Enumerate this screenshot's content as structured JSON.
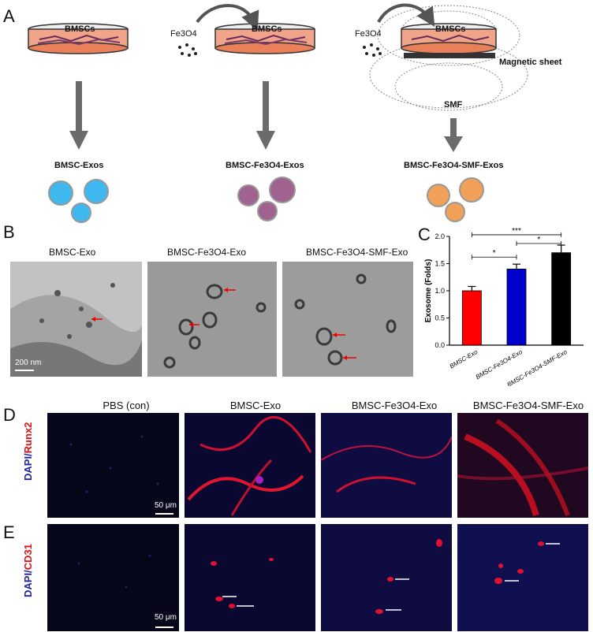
{
  "panels": {
    "A": "A",
    "B": "B",
    "C": "C",
    "D": "D",
    "E": "E"
  },
  "schematic": {
    "dish_label": "BMSCs",
    "reagent": "Fe3O4",
    "magnetic_sheet": "Magnetic sheet",
    "field": "SMF",
    "products": [
      "BMSC-Exos",
      "BMSC-Fe3O4-Exos",
      "BMSC-Fe3O4-SMF-Exos"
    ],
    "exo_colors": [
      "#3fb8f0",
      "#a0628e",
      "#f0a058"
    ]
  },
  "tem": {
    "titles": [
      "BMSC-Exo",
      "BMSC-Fe3O4-Exo",
      "BMSC-Fe3O4-SMF-Exo"
    ],
    "scale": "200 nm"
  },
  "chart_data": {
    "type": "bar",
    "categories": [
      "BMSC-Exo",
      "BMSC-Fe3O4-Exo",
      "BMSC-Fe3O4-SMF-Exo"
    ],
    "values": [
      1.0,
      1.4,
      1.7
    ],
    "errors": [
      0.08,
      0.09,
      0.14
    ],
    "colors": [
      "#ff0000",
      "#0000cc",
      "#000000"
    ],
    "ylabel": "Exosome (Folds)",
    "ylim": [
      0,
      2.0
    ],
    "yticks": [
      "0.0",
      "0.5",
      "1.0",
      "1.5",
      "2.0"
    ],
    "significance": [
      {
        "from": 0,
        "to": 1,
        "label": "*"
      },
      {
        "from": 1,
        "to": 2,
        "label": "*"
      },
      {
        "from": 0,
        "to": 2,
        "label": "***"
      }
    ]
  },
  "fluorescence": {
    "columns": [
      "PBS (con)",
      "BMSC-Exo",
      "BMSC-Fe3O4-Exo",
      "BMSC-Fe3O4-SMF-Exo"
    ],
    "row_D": {
      "prefix": "DAPI/",
      "marker": "Runx2"
    },
    "row_E": {
      "prefix": "DAPI/",
      "marker": "CD31"
    },
    "scale": "50 μm"
  }
}
